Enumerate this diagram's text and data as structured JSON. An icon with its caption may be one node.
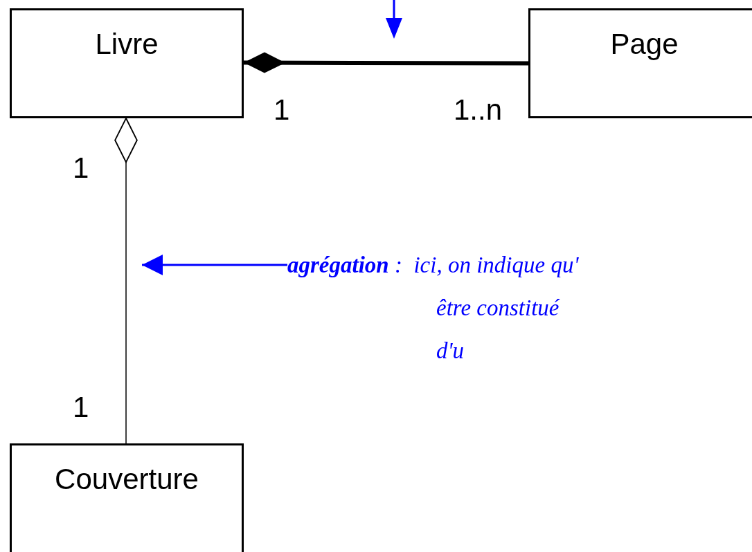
{
  "diagram": {
    "nodes": [
      {
        "text": [
          "Livre"
        ]
      },
      {
        "text": [
          "Page"
        ]
      },
      {
        "text": [
          "Couverture"
        ]
      },
      {
        "text": [
          "**agrégation** :  ici, on indique qu' être constitué d'u"
        ]
      }
    ],
    "edges": [
      {
        "from": 0,
        "to": 1,
        "arrow": "other",
        "style": "thick"
      },
      {
        "from": 0,
        "to": 2,
        "arrow": "other"
      },
      {
        "from": 3,
        "to": null,
        "arrow": "to",
        "color": "#0000ff"
      }
    ],
    "labels": [
      "1",
      "1..n",
      "1",
      "1"
    ]
  }
}
